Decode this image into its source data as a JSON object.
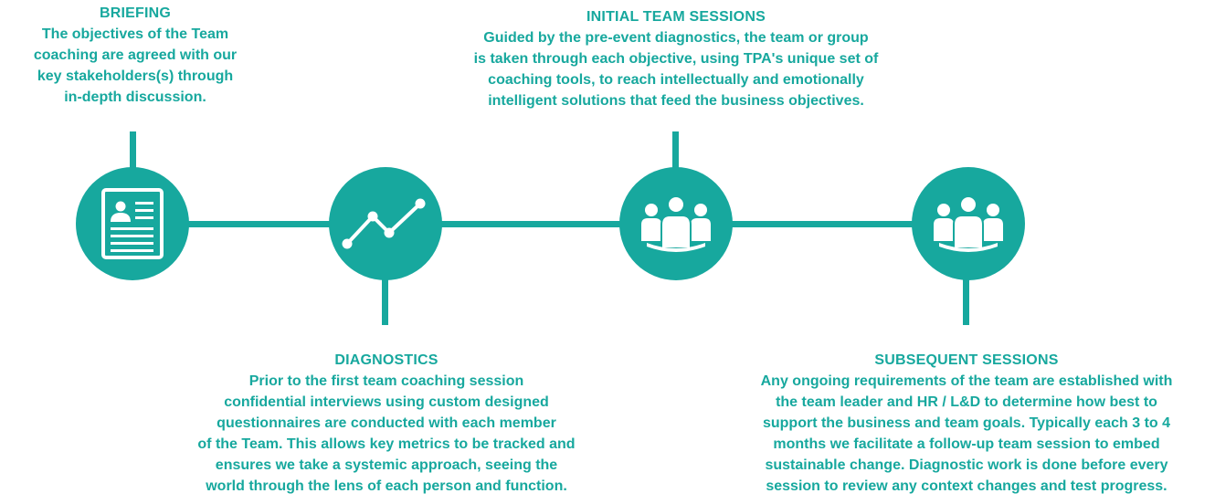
{
  "colors": {
    "accent": "#17a89e",
    "icon": "#ffffff",
    "background": "#ffffff"
  },
  "steps": [
    {
      "title": "BRIEFING",
      "description": "The objectives of the Team\ncoaching are agreed with our\nkey stakeholders(s) through\nin-depth discussion.",
      "icon": "document-profile-icon"
    },
    {
      "title": "DIAGNOSTICS",
      "description": "Prior to the first team coaching session\nconfidential interviews using custom designed\nquestionnaires are conducted with each member\nof the Team. This allows key metrics to be tracked and\nensures we take a systemic approach, seeing the\nworld through the lens of each person and function.",
      "icon": "line-graph-icon"
    },
    {
      "title": "INITIAL TEAM SESSIONS",
      "description": "Guided by the pre-event diagnostics, the team or group\nis taken through each objective, using TPA's unique set of\ncoaching tools, to reach intellectually and emotionally\nintelligent solutions that feed the business objectives.",
      "icon": "team-group-icon"
    },
    {
      "title": "SUBSEQUENT SESSIONS",
      "description": "Any ongoing requirements of the team are established with\nthe team leader and HR / L&D to determine how best to\nsupport the business and team goals. Typically each 3 to 4\nmonths we facilitate a follow-up team session to embed\nsustainable change. Diagnostic work is done before every\nsession to review any context changes and test progress.",
      "icon": "team-group-icon"
    }
  ]
}
